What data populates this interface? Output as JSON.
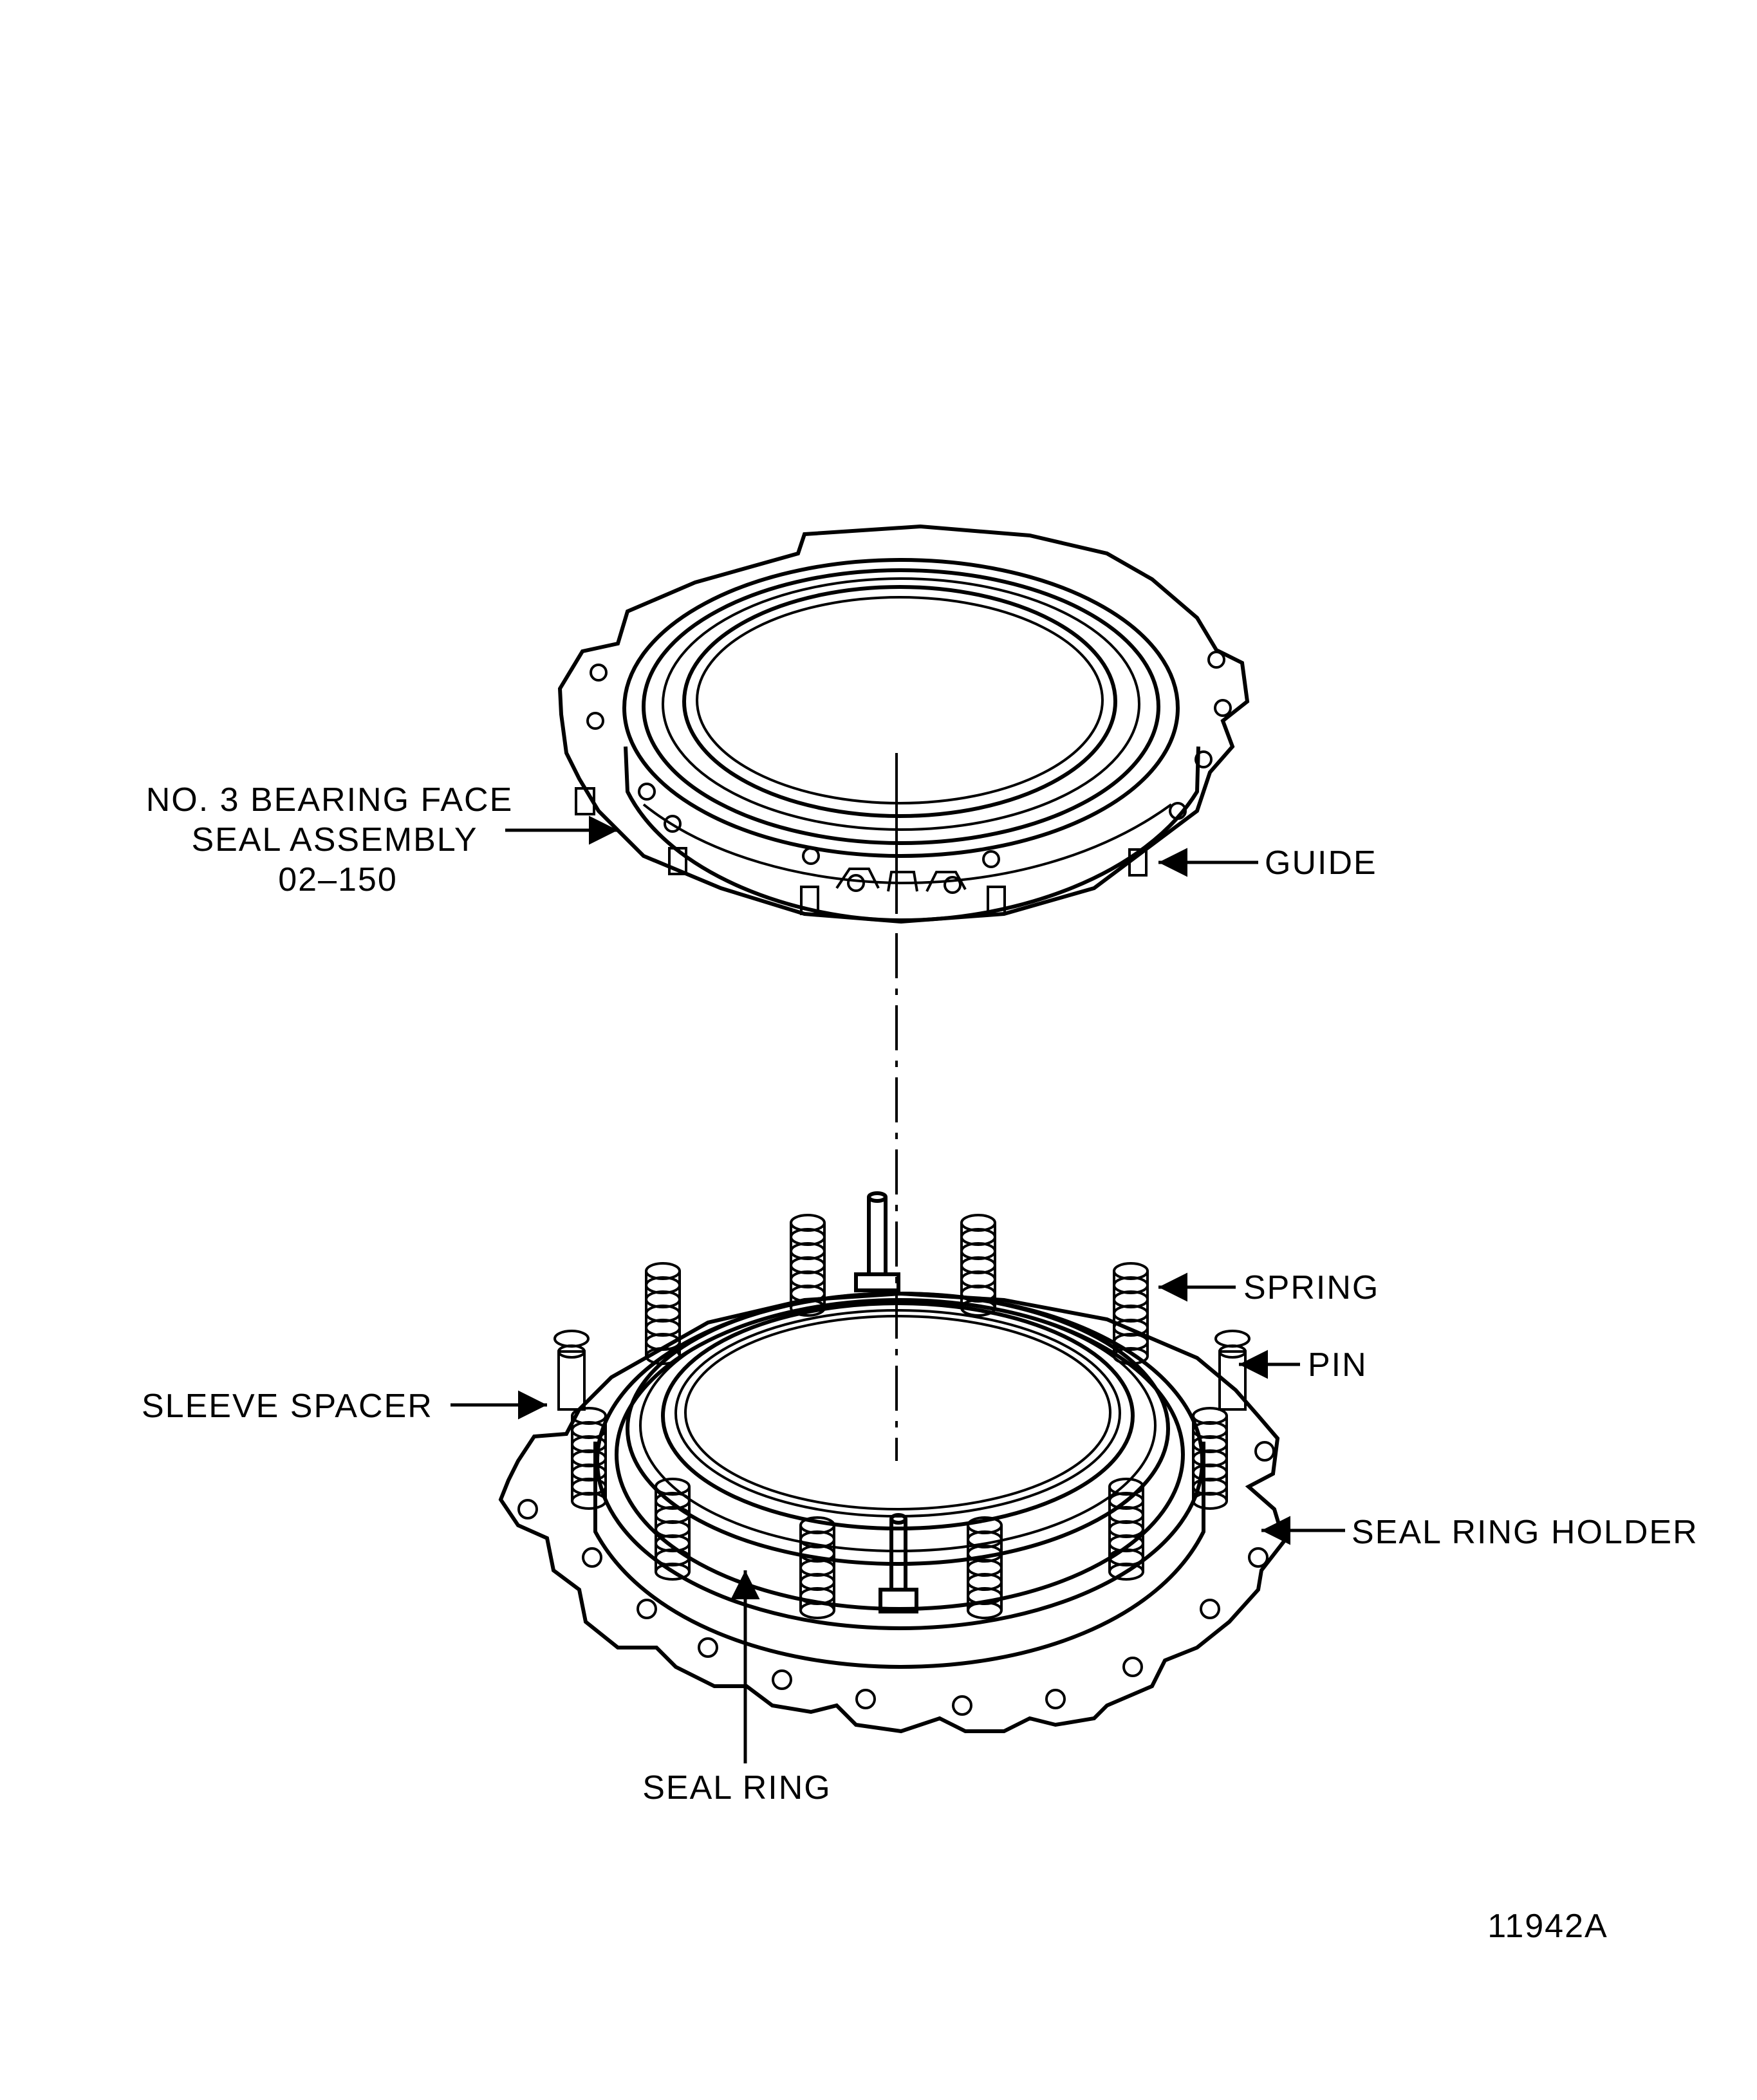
{
  "labels": {
    "face_seal_line1": "NO. 3 BEARING FACE",
    "face_seal_line2": "SEAL ASSEMBLY",
    "face_seal_line3": "02–150",
    "guide": "GUIDE",
    "spring": "SPRING",
    "pin": "PIN",
    "sleeve_spacer": "SLEEVE SPACER",
    "seal_ring_holder": "SEAL RING HOLDER",
    "seal_ring": "SEAL RING"
  },
  "figure_number": "11942A"
}
